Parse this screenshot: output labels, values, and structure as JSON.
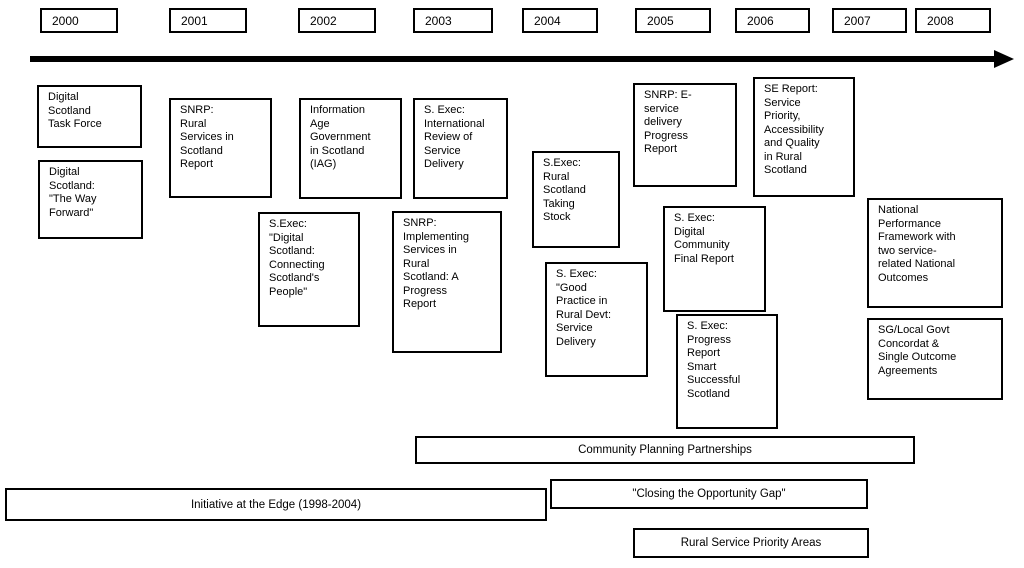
{
  "years": [
    "2000",
    "2001",
    "2002",
    "2003",
    "2004",
    "2005",
    "2006",
    "2007",
    "2008"
  ],
  "events": [
    {
      "text": "Digital\nScotland\nTask Force"
    },
    {
      "text": "Digital\nScotland:\n\"The Way\nForward\""
    },
    {
      "text": "SNRP:\nRural\nServices in\nScotland\nReport"
    },
    {
      "text": "S.Exec:\n\"Digital\nScotland:\nConnecting\nScotland's\nPeople\""
    },
    {
      "text": "Information\nAge\nGovernment\nin Scotland\n(IAG)"
    },
    {
      "text": "S. Exec:\nInternational\nReview of\nService\nDelivery"
    },
    {
      "text": "SNRP:\nImplementing\nServices in\nRural\nScotland: A\nProgress\nReport"
    },
    {
      "text": "S.Exec:\nRural\nScotland\nTaking\nStock"
    },
    {
      "text": "S. Exec:\n\"Good\nPractice in\nRural Devt:\nService\nDelivery"
    },
    {
      "text": "SNRP: E-\nservice\ndelivery\nProgress\nReport"
    },
    {
      "text": "SE Report:\nService\nPriority,\nAccessibility\nand Quality\nin Rural\nScotland"
    },
    {
      "text": "S. Exec:\nDigital\nCommunity\nFinal Report"
    },
    {
      "text": "S. Exec:\nProgress\nReport\nSmart\nSuccessful\nScotland"
    },
    {
      "text": "National\nPerformance\nFramework with\ntwo service-\nrelated National\nOutcomes"
    },
    {
      "text": "SG/Local Govt\nConcordat &\nSingle Outcome\nAgreements"
    }
  ],
  "bars": [
    {
      "text": "Community Planning Partnerships"
    },
    {
      "text": "Initiative at the Edge (1998-2004)"
    },
    {
      "text": "\"Closing the Opportunity Gap\""
    },
    {
      "text": "Rural Service Priority Areas"
    }
  ]
}
